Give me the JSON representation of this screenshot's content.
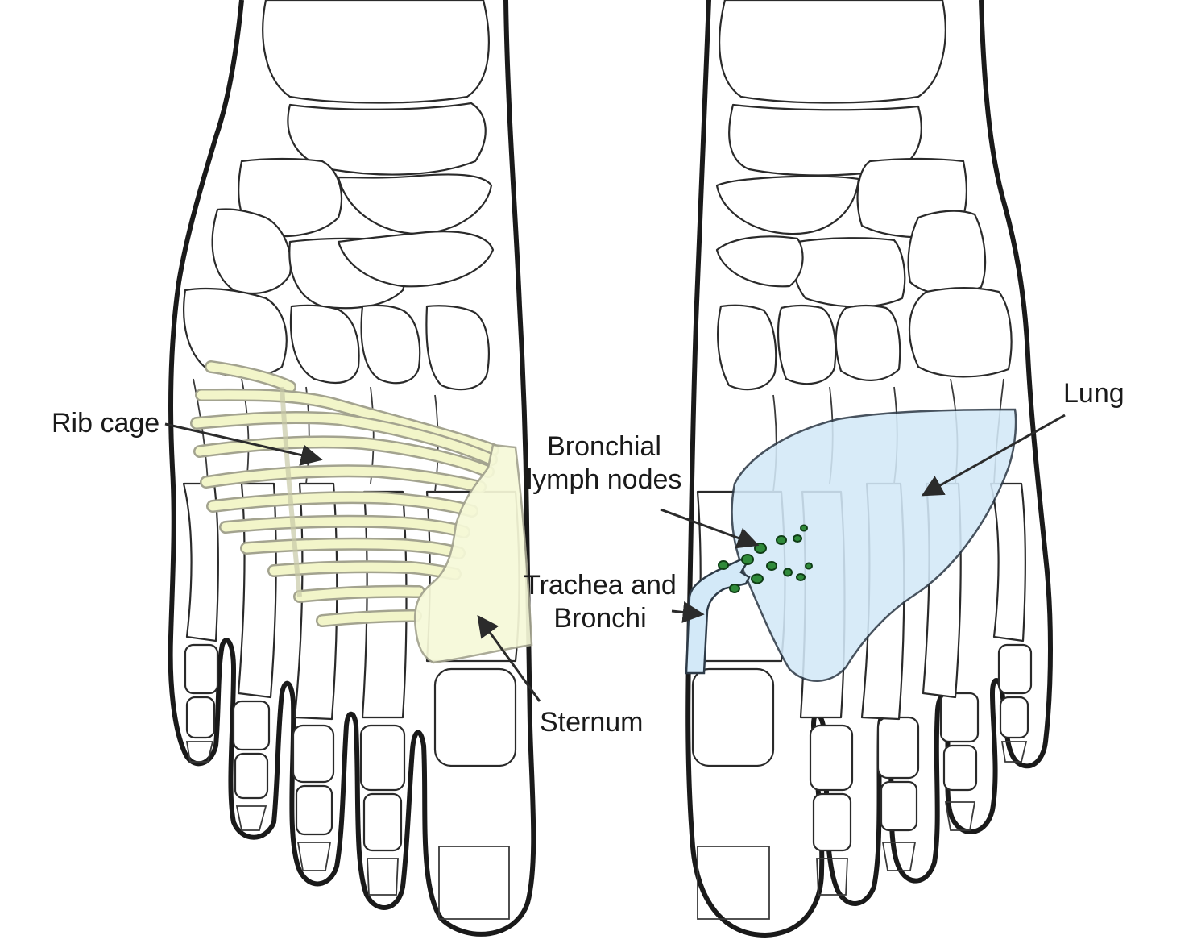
{
  "labels": {
    "rib_cage": "Rib cage",
    "sternum": "Sternum",
    "bronchial_line1": "Bronchial",
    "bronchial_line2": "lymph nodes",
    "trachea_line1": "Trachea and",
    "trachea_line2": "Bronchi",
    "lung": "Lung"
  },
  "colors": {
    "rib_cage_fill": "#f2f5c9",
    "rib_cage_stroke": "#a3a38f",
    "sternum_fill": "#f6f9d8",
    "lung_fill": "#d3e9f8",
    "lung_stroke": "#2e3b48",
    "lymph_node": "#2f8a3a",
    "lymph_node_stroke": "#0f3d16",
    "trachea_fill": "#d3e9f8"
  }
}
